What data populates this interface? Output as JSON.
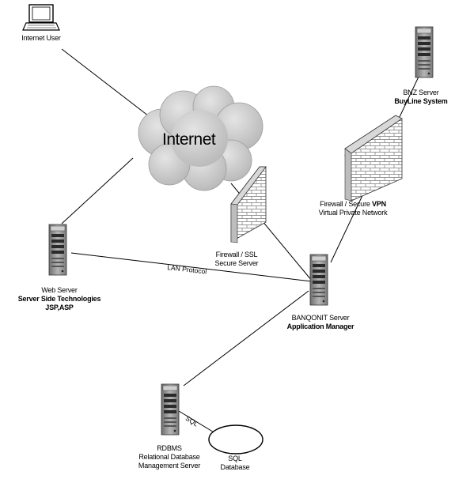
{
  "nodes": {
    "internet_user": {
      "label": "Internet User"
    },
    "internet": {
      "label": "Internet"
    },
    "bnz_server": {
      "name": "BNZ Server",
      "system": "BuyLine System"
    },
    "firewall_vpn": {
      "line1_prefix": "Firewall / Secure ",
      "line1_bold": "VPN",
      "line2": "Virtual Private Network"
    },
    "firewall_ssl": {
      "line1": "Firewall / SSL",
      "line2": "Secure Server"
    },
    "web_server": {
      "name": "Web Server",
      "tech1": "Server Side Technologies",
      "tech2": "JSP,ASP"
    },
    "banqonit_server": {
      "name": "BANQONIT Server",
      "role": "Application Manager"
    },
    "rdbms": {
      "line1": "RDBMS",
      "line2": "Relational Database",
      "line3": "Management Server"
    },
    "sql_db": {
      "line1": "SQL",
      "line2": "Database"
    }
  },
  "edges": {
    "lan_protocol": "LAN Protocol",
    "sql": "SQL"
  },
  "colors": {
    "cloud": "#c8c8c8",
    "server": "#9a9a9a",
    "line": "#000000"
  }
}
